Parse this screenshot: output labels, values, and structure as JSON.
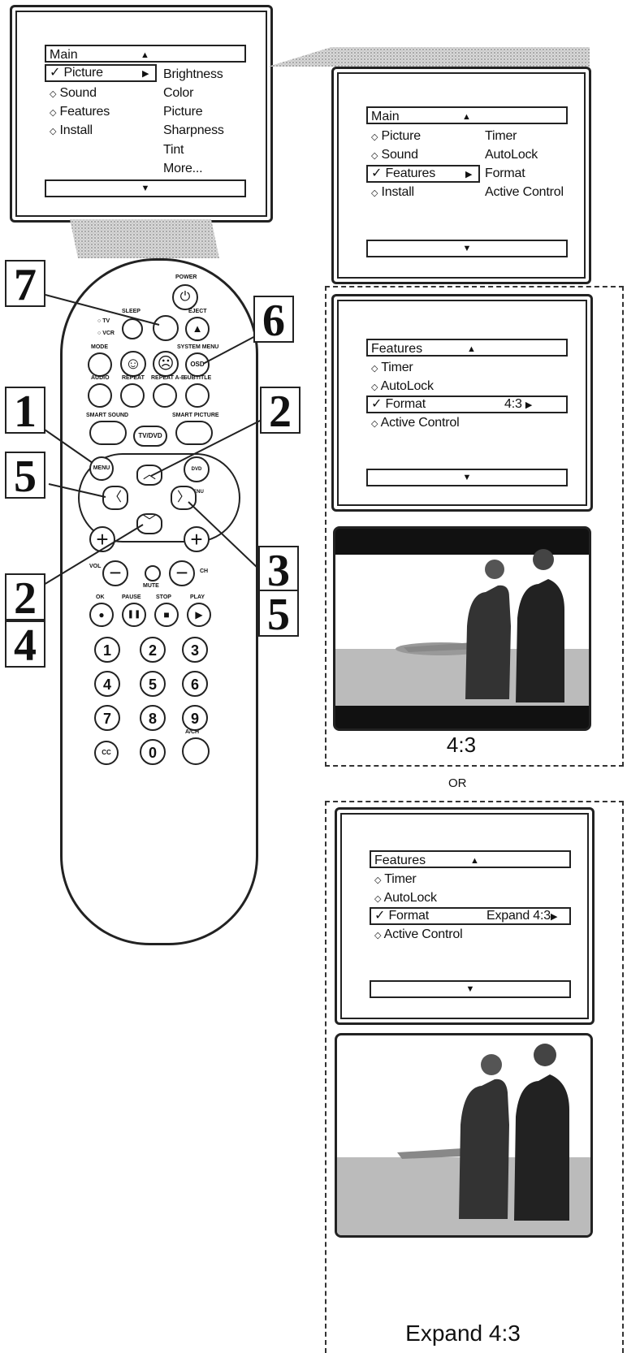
{
  "screen_main_picture": {
    "header": "Main",
    "items": [
      "Picture",
      "Sound",
      "Features",
      "Install"
    ],
    "sub_items": [
      "Brightness",
      "Color",
      "Picture",
      "Sharpness",
      "Tint",
      "More..."
    ]
  },
  "screen_main_features": {
    "header": "Main",
    "items": [
      "Picture",
      "Sound",
      "Features",
      "Install"
    ],
    "sub_items": [
      "Timer",
      "AutoLock",
      "Format",
      "Active Control"
    ]
  },
  "screen_features_43": {
    "header": "Features",
    "items": [
      "Timer",
      "AutoLock",
      "Format",
      "Active Control"
    ],
    "format_value": "4:3"
  },
  "screen_features_expand": {
    "header": "Features",
    "items": [
      "Timer",
      "AutoLock",
      "Format",
      "Active Control"
    ],
    "format_value": "Expand 4:3"
  },
  "glyphs": {
    "up": "▲",
    "down": "▼",
    "right": "▶",
    "check": "✓",
    "diamond": "◇"
  },
  "captions": {
    "normal": "4:3",
    "or": "OR",
    "expand": "Expand 4:3"
  },
  "steps": [
    "7",
    "6",
    "1",
    "2",
    "5",
    "3",
    "5",
    "2",
    "4"
  ],
  "remote": {
    "power": "POWER",
    "sleep": "SLEEP",
    "eject": "EJECT",
    "tv": "TV",
    "vcr": "VCR",
    "mode": "MODE",
    "system_menu": "SYSTEM MENU",
    "osd": "OSD",
    "audio": "AUDIO",
    "repeat": "REPEAT",
    "repeat_ab": "REPEAT A-B",
    "subtitle": "SUBTITLE",
    "smart_sound": "SMART SOUND",
    "smart_picture": "SMART PICTURE",
    "tv_dvd": "TV/DVD",
    "menu": "MENU",
    "dvd_menu": "DVD MENU",
    "vol": "VOL",
    "ch": "CH",
    "mute": "MUTE",
    "ok": "OK",
    "pause": "PAUSE",
    "stop": "STOP",
    "play": "PLAY",
    "digits": [
      "1",
      "2",
      "3",
      "4",
      "5",
      "6",
      "7",
      "8",
      "9",
      "0"
    ],
    "cc": "CC",
    "ach": "A/CH"
  }
}
